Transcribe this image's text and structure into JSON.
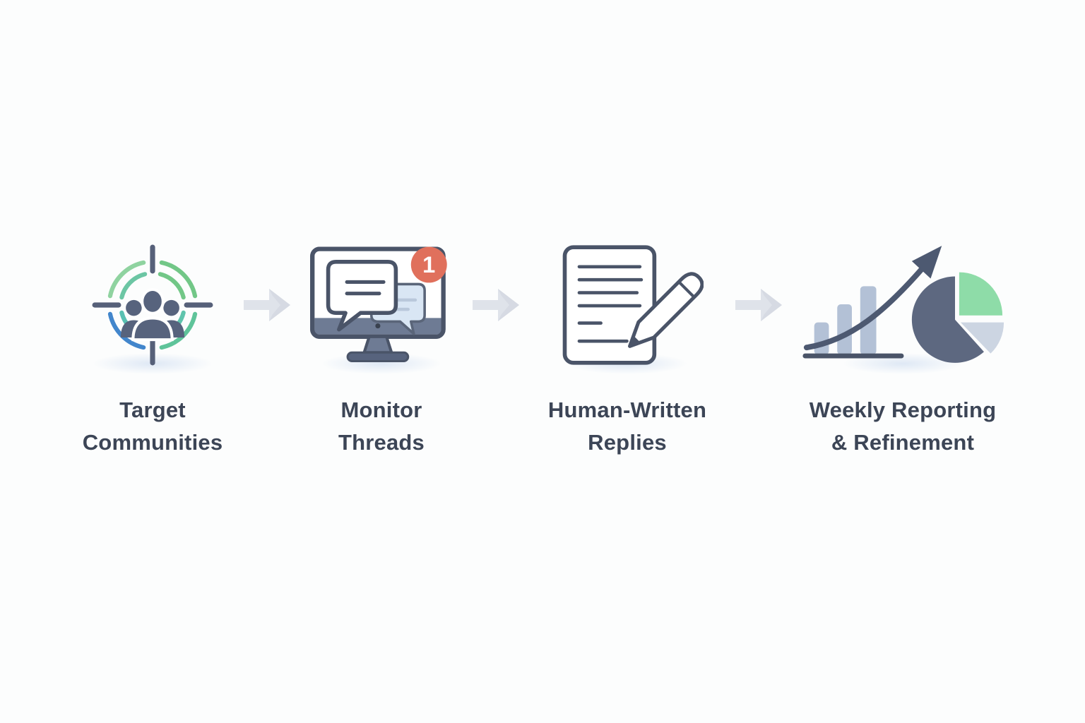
{
  "title": "Four-step community engagement process flow",
  "steps": [
    {
      "icon": "target-communities-icon",
      "line1": "Target",
      "line2": "Communities"
    },
    {
      "icon": "monitor-threads-icon",
      "line1": "Monitor",
      "line2": "Threads",
      "badge": "1"
    },
    {
      "icon": "document-pencil-icon",
      "line1": "Human-Written",
      "line2": "Replies"
    },
    {
      "icon": "reporting-chart-icon",
      "line1": "Weekly Reporting",
      "line2": "& Refinement"
    }
  ],
  "colors": {
    "background": "#fcfdfd",
    "label_text": "#3c4556",
    "icon_stroke": "#4a5468",
    "slate_fill": "#6e7b94",
    "people_slate": "#57637d",
    "ring_green": "#72c787",
    "ring_teal": "#5fc4ad",
    "ring_blue": "#4286cc",
    "badge_coral": "#e0705c",
    "bubble_blue": "#d9e6f4",
    "bar_fill": "#b3c1d6",
    "pie_dark": "#5d6880",
    "pie_green": "#8edca8",
    "pie_gray": "#ccd5e2",
    "flow_arrow_gray": "#dfe3ea",
    "flow_arrow_shade": "#c9cfd9"
  }
}
